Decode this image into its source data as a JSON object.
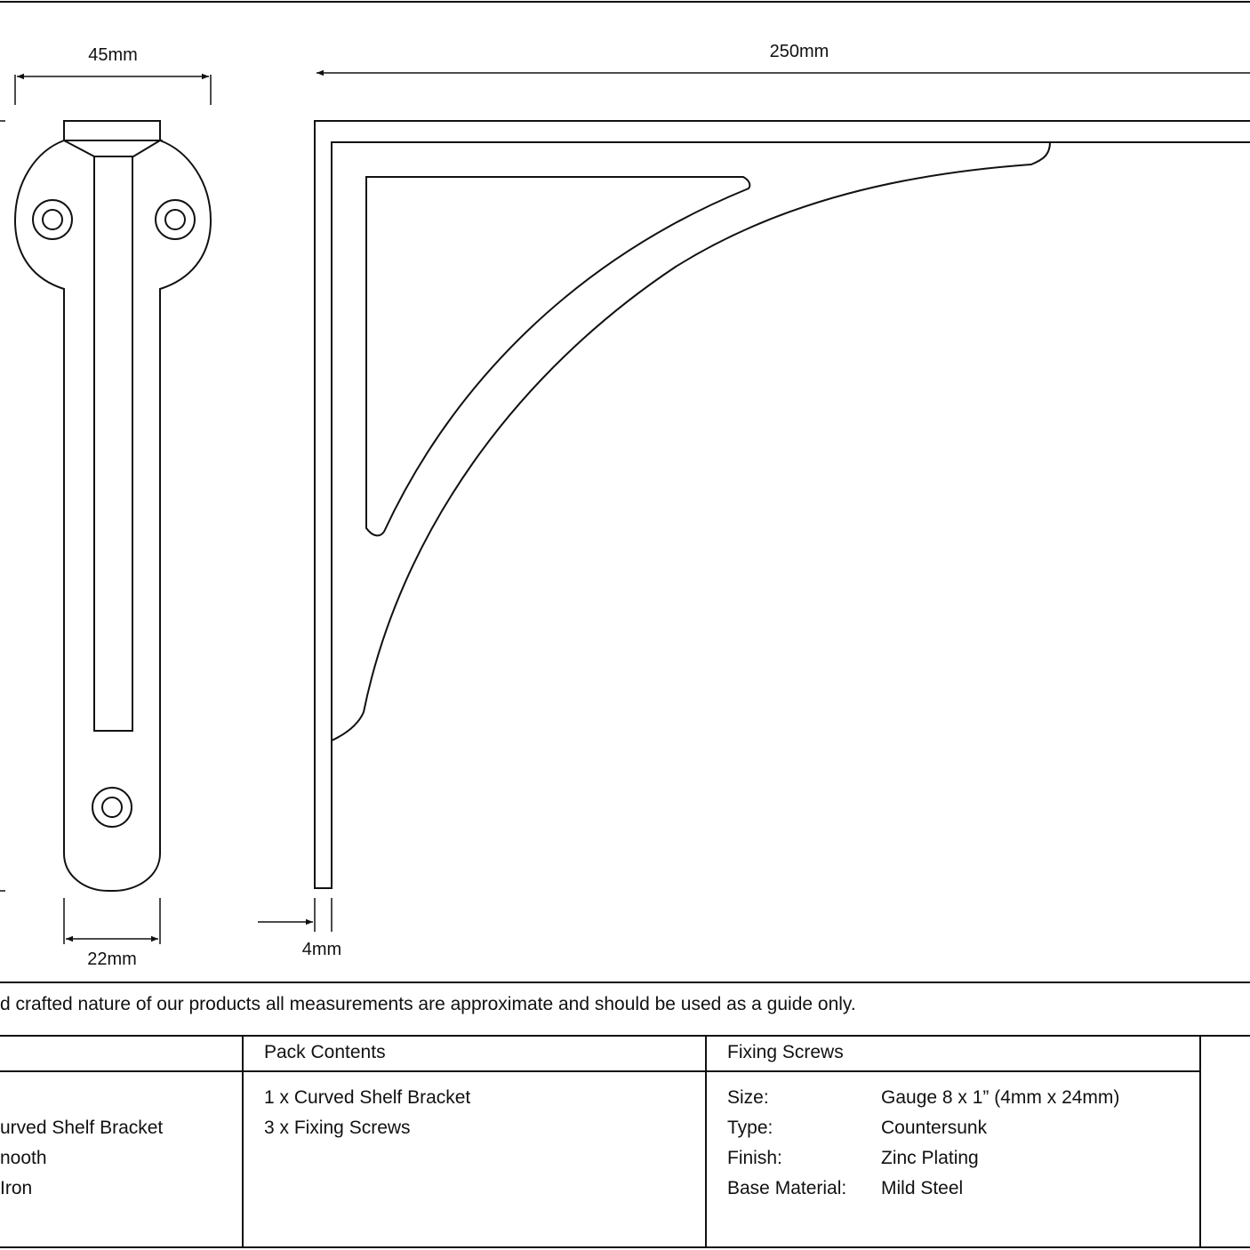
{
  "dimensions": {
    "top_width": "45mm",
    "length": "250mm",
    "base_width": "22mm",
    "thickness": "4mm"
  },
  "disclaimer": "d crafted nature of our products all measurements are approximate and should be used as a guide only.",
  "table": {
    "product": {
      "lines": [
        "urved Shelf Bracket",
        "nooth",
        " Iron"
      ]
    },
    "pack_contents": {
      "header": "Pack Contents",
      "items": [
        "1 x Curved Shelf Bracket",
        "3 x Fixing Screws"
      ]
    },
    "fixing_screws": {
      "header": "Fixing Screws",
      "specs": [
        {
          "key": "Size:",
          "value": "Gauge 8 x 1” (4mm x 24mm)"
        },
        {
          "key": "Type:",
          "value": "Countersunk"
        },
        {
          "key": "Finish:",
          "value": "Zinc Plating"
        },
        {
          "key": "Base Material:",
          "value": "Mild Steel"
        }
      ]
    }
  }
}
